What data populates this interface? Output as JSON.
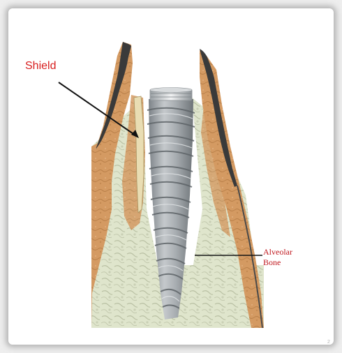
{
  "labels": {
    "shield": "Shield",
    "alveolar_bone_line1": "Alveolar",
    "alveolar_bone_line2": "Bone"
  },
  "page_number": "2",
  "colors": {
    "label_red": "#d81e1e",
    "cortical_bone": "#d49a62",
    "cancellous_bone": "#dfe5cc",
    "gingiva": "#3a3a3a",
    "implant": "#9da3a8",
    "shield": "#e9ddb3"
  },
  "icons": {
    "implant": "dental-implant-illustration"
  }
}
